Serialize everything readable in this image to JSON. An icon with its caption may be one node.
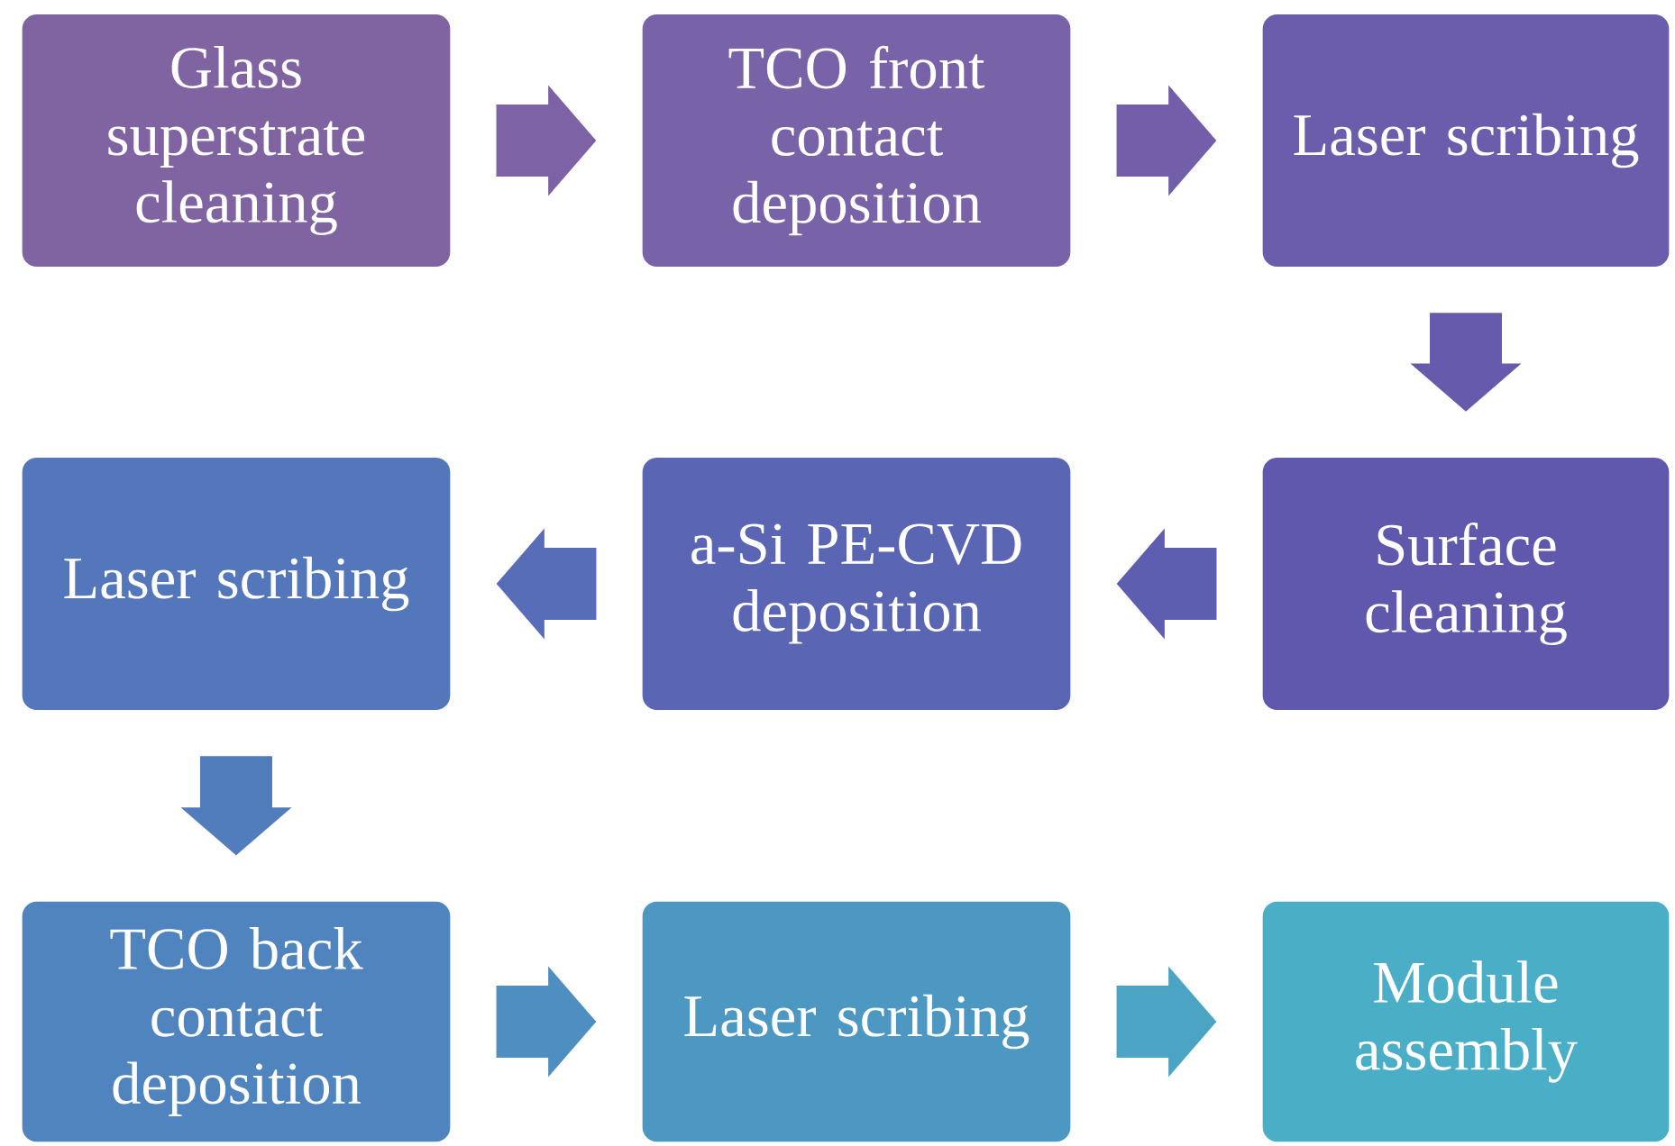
{
  "diagram": {
    "nodes": [
      {
        "text": [
          "Glass superstrate cleaning"
        ]
      },
      {
        "text": [
          "TCO front contact deposition"
        ]
      },
      {
        "text": [
          "Laser scribing"
        ]
      },
      {
        "text": [
          "Surface cleaning"
        ]
      },
      {
        "text": [
          "a-Si PE-CVD deposition"
        ]
      },
      {
        "text": [
          "Laser scribing"
        ]
      },
      {
        "text": [
          "TCO back contact deposition"
        ]
      },
      {
        "text": [
          "Laser scribing"
        ]
      },
      {
        "text": [
          "Module assembly"
        ]
      }
    ],
    "edges": [
      {
        "from": 0,
        "to": 1,
        "arrow": "to"
      },
      {
        "from": 1,
        "to": 2,
        "arrow": "to"
      },
      {
        "from": 2,
        "to": 3,
        "arrow": "to"
      },
      {
        "from": 3,
        "to": 4,
        "arrow": "to"
      },
      {
        "from": 4,
        "to": 5,
        "arrow": "to"
      },
      {
        "from": 5,
        "to": 6,
        "arrow": "to"
      },
      {
        "from": 6,
        "to": 7,
        "arrow": "to"
      },
      {
        "from": 7,
        "to": 8,
        "arrow": "to"
      }
    ]
  }
}
